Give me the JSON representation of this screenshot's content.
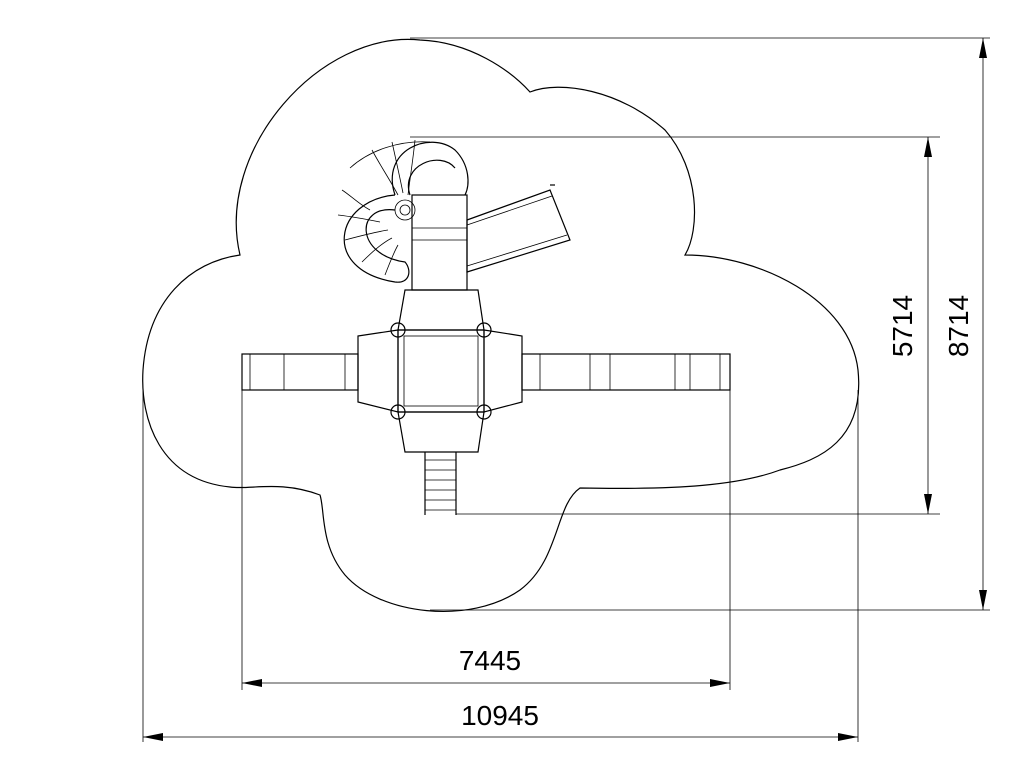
{
  "dimensions": {
    "inner_width": "7445",
    "outer_width": "10945",
    "inner_height": "5714",
    "outer_height": "8714"
  }
}
